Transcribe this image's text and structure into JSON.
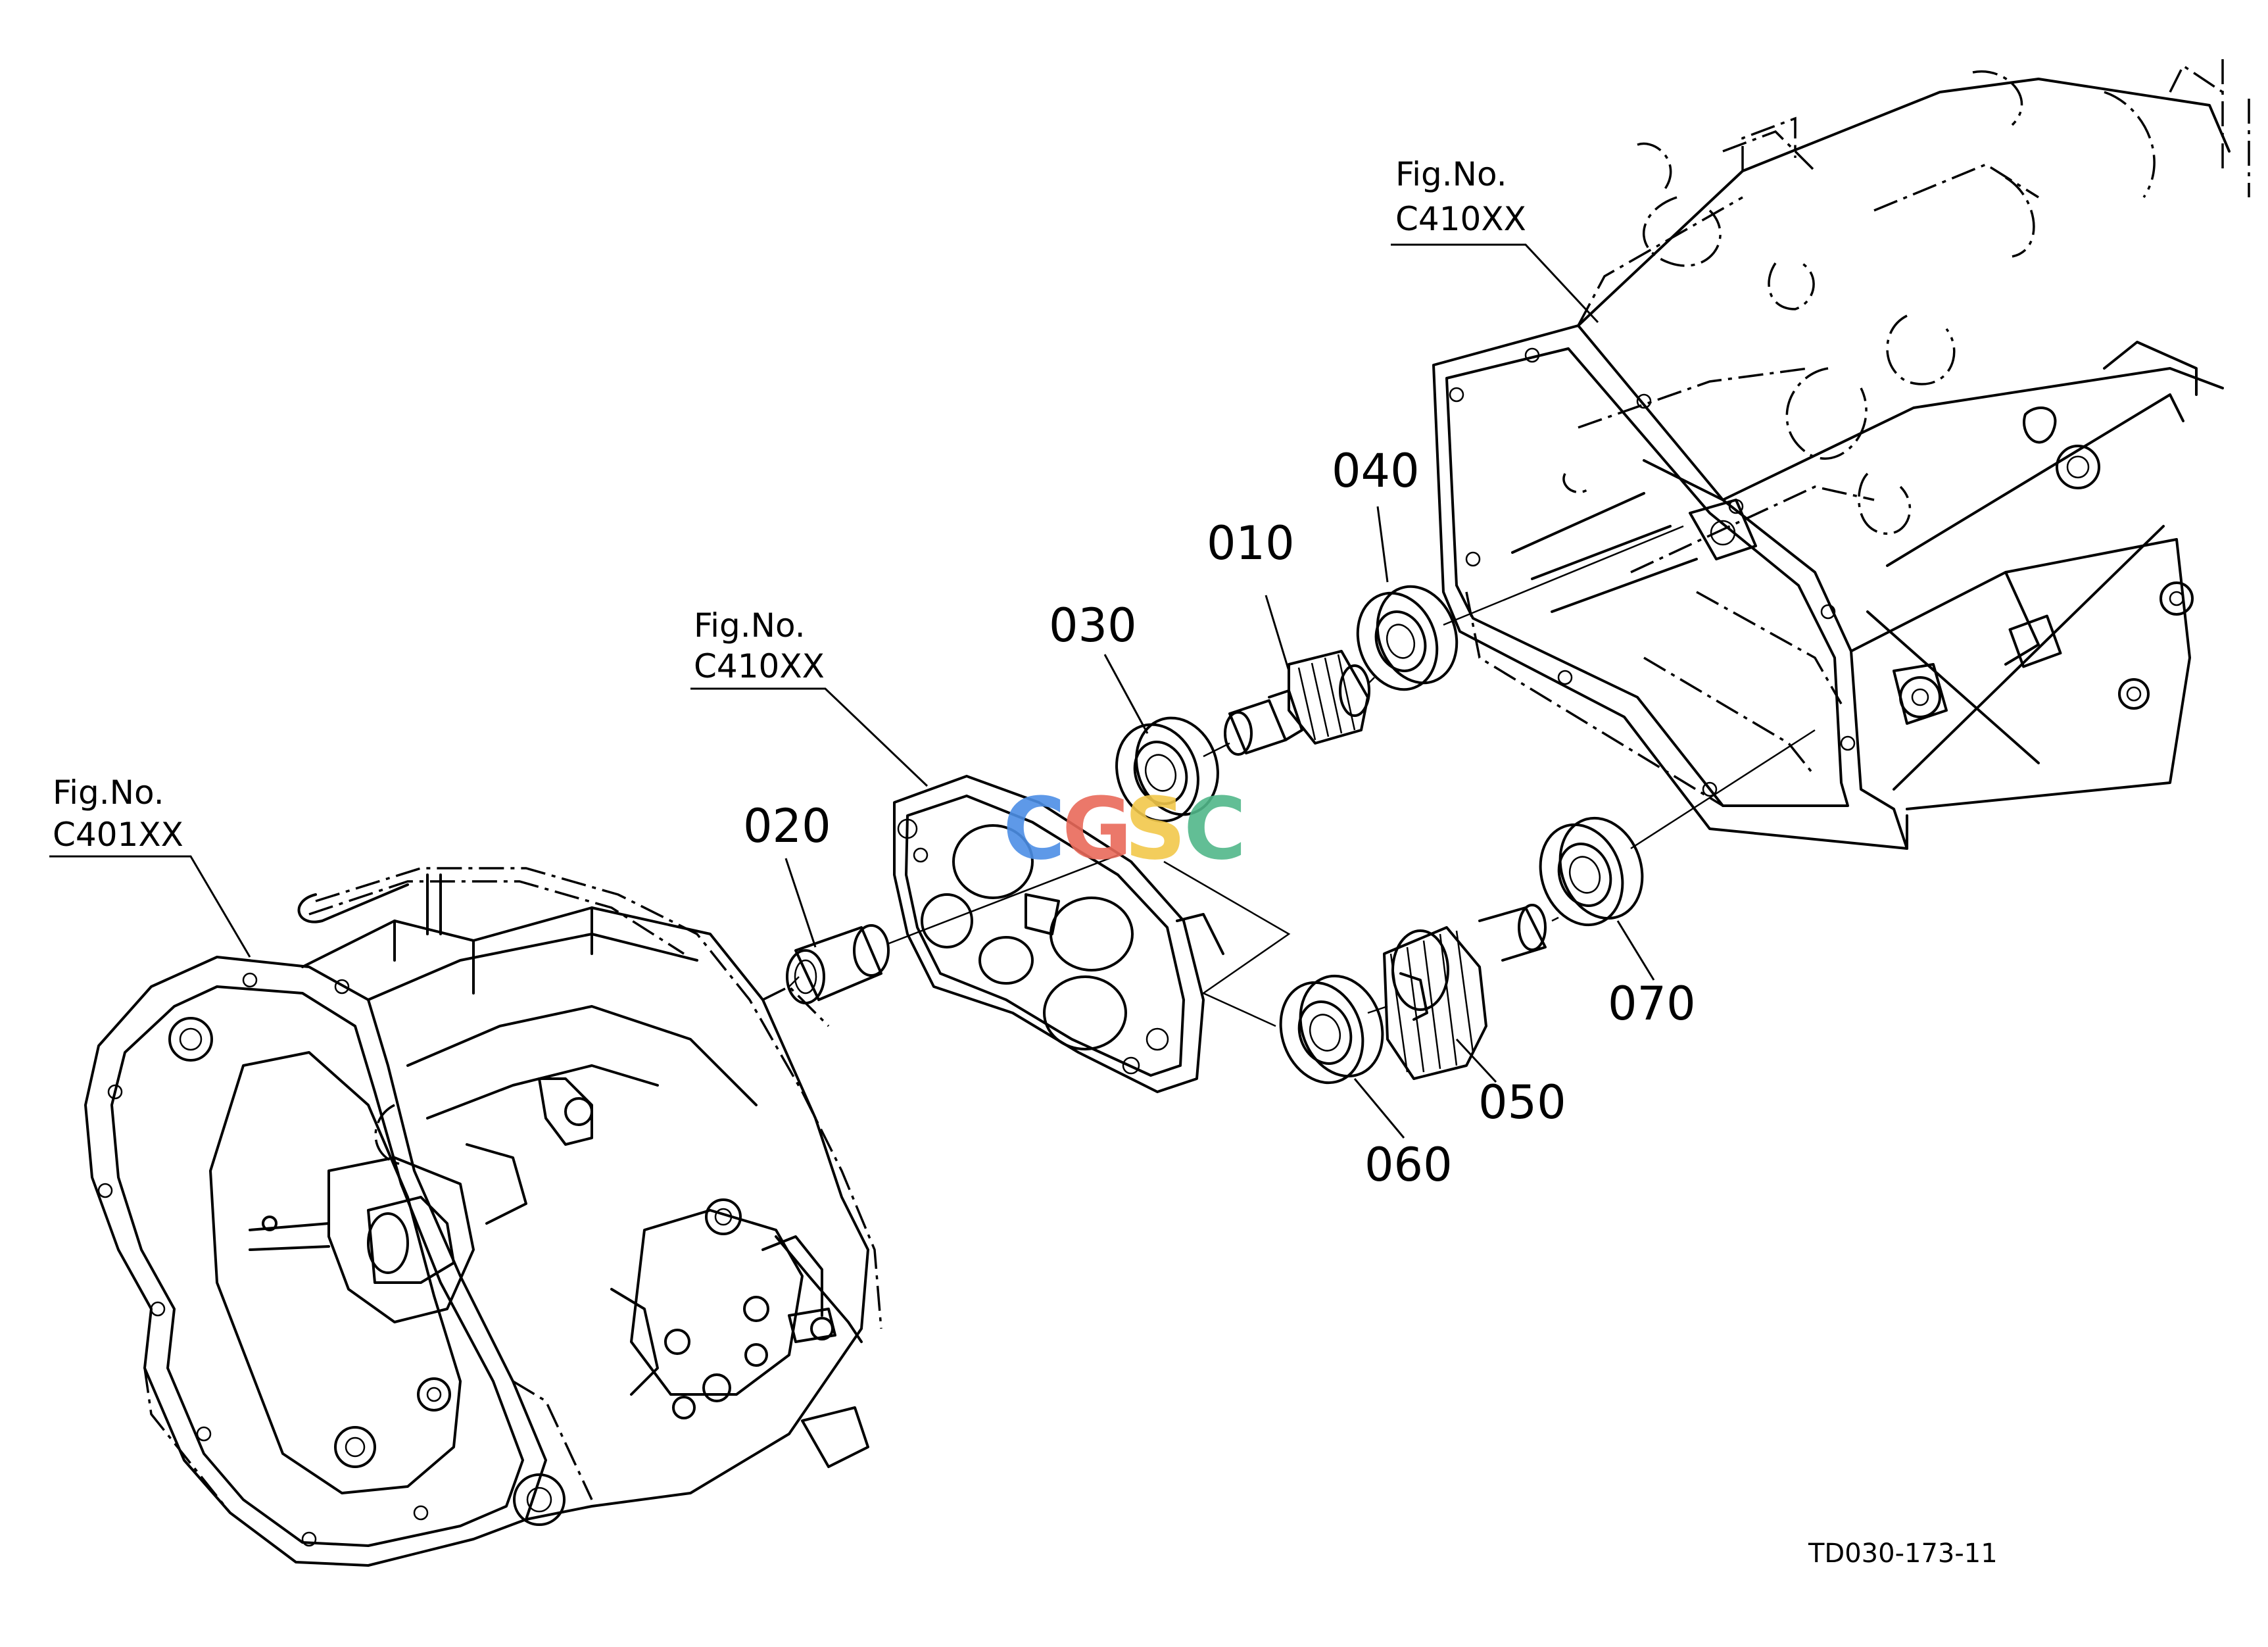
{
  "figure_refs": [
    {
      "label": "Fig.No.",
      "code": "C410XX"
    },
    {
      "label": "Fig.No.",
      "code": "C410XX"
    },
    {
      "label": "Fig.No.",
      "code": "C401XX"
    }
  ],
  "parts": [
    "010",
    "020",
    "030",
    "040",
    "050",
    "060",
    "070"
  ],
  "watermark": {
    "letters": [
      "C",
      "G",
      "S",
      "C"
    ],
    "colors": [
      "#4d8fe6",
      "#e96a5a",
      "#f2c84b",
      "#52b78a"
    ]
  },
  "drawing_code": "TD030-173-11"
}
